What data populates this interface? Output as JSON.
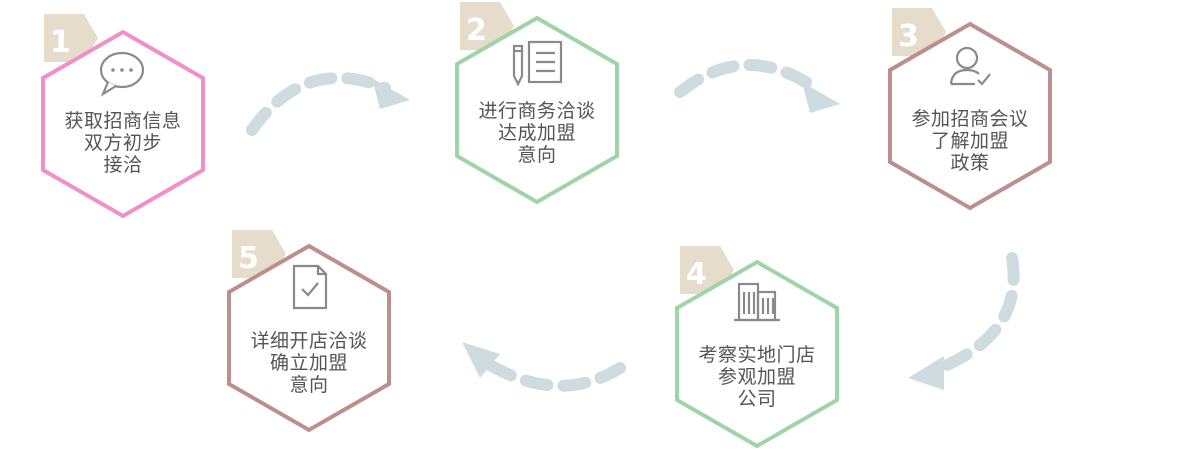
{
  "colors": {
    "pink": "#f08fca",
    "green": "#9fd4a8",
    "mauve": "#bc8f8d",
    "badge": "#e6dccb",
    "arrow": "#cedcdf",
    "icon": "#8a8a8a"
  },
  "steps": [
    {
      "number": "1",
      "icon": "chat-bubble-icon",
      "lines": [
        "获取招商信息",
        "双方初步",
        "接洽"
      ]
    },
    {
      "number": "2",
      "icon": "notepad-pen-icon",
      "lines": [
        "进行商务洽谈",
        "达成加盟",
        "意向"
      ]
    },
    {
      "number": "3",
      "icon": "user-check-icon",
      "lines": [
        "参加招商会议",
        "了解加盟",
        "政策"
      ]
    },
    {
      "number": "4",
      "icon": "building-icon",
      "lines": [
        "考察实地门店",
        "参观加盟",
        "公司"
      ]
    },
    {
      "number": "5",
      "icon": "document-check-icon",
      "lines": [
        "详细开店洽谈",
        "确立加盟",
        "意向"
      ]
    }
  ]
}
